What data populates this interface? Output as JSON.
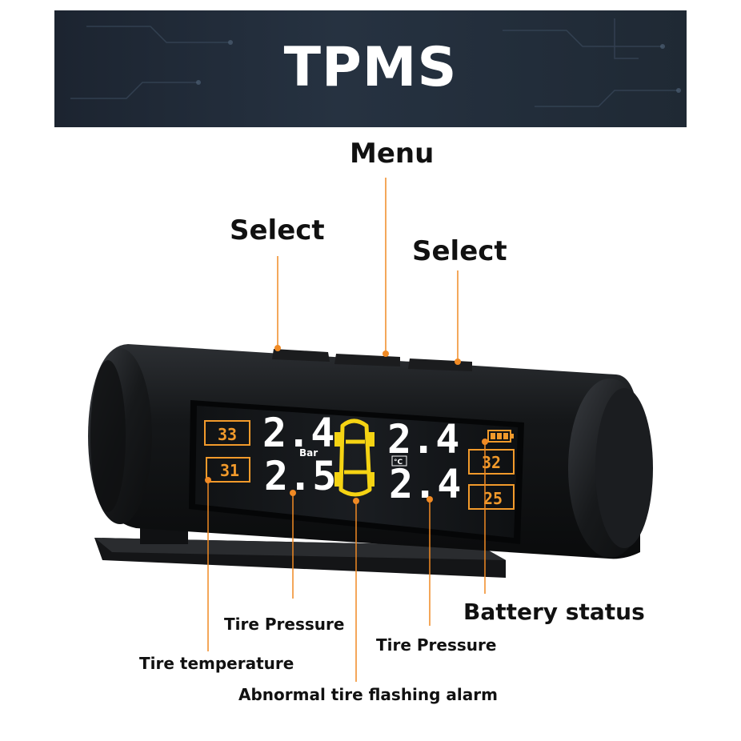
{
  "banner": {
    "title": "TPMS"
  },
  "callouts": {
    "menu": "Menu",
    "select_left": "Select",
    "select_right": "Select",
    "battery_status": "Battery status",
    "tire_pressure_left": "Tire Pressure",
    "tire_pressure_right": "Tire Pressure",
    "tire_temperature": "Tire temperature",
    "abnormal_alarm": "Abnormal tire flashing alarm"
  },
  "display": {
    "front_left_pressure": "2.4",
    "front_right_pressure": "2.4",
    "rear_left_pressure": "2.5",
    "rear_right_pressure": "2.4",
    "front_left_temp": "33",
    "rear_left_temp": "31",
    "front_right_temp": "32",
    "rear_right_temp": "25",
    "pressure_unit": "Bar",
    "temp_unit": "°C"
  },
  "colors": {
    "accent_orange": "#f08a24",
    "lcd_amber": "#f29a2b",
    "car_yellow": "#f5d313"
  }
}
